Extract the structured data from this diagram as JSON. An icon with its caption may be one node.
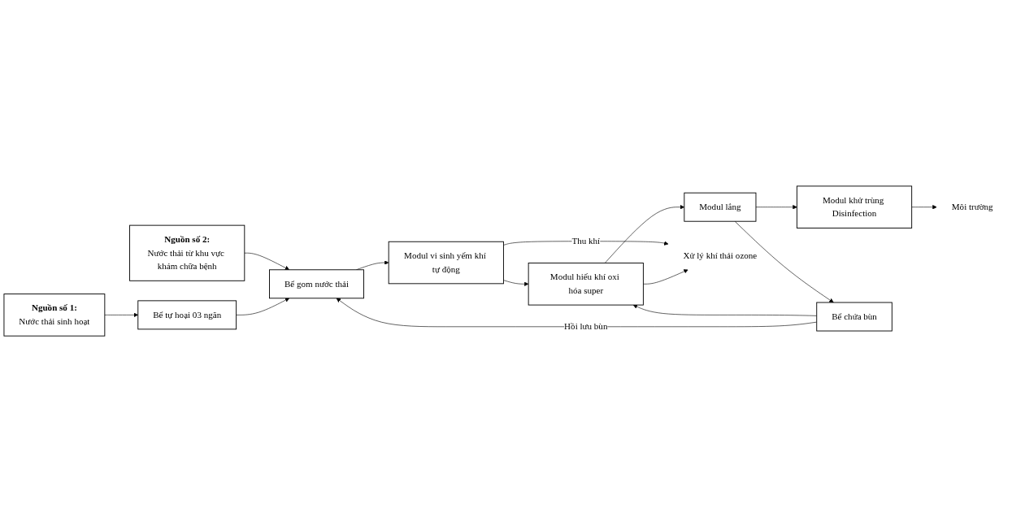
{
  "diagram": {
    "nodes": [
      {
        "text": [
          "Nguồn số 1:",
          "Nước thải sinh hoạt"
        ]
      },
      {
        "text": [
          "Nguồn số 2:",
          "Nước thải từ khu vực khám chữa bệnh"
        ]
      },
      {
        "text": [
          "Bể tự hoại 03 ngăn"
        ]
      },
      {
        "text": [
          "Bể gom nước thải"
        ]
      },
      {
        "text": [
          "Modul vi sinh yếm khí tự động"
        ]
      },
      {
        "text": [
          "Modul hiếu khí oxi hóa super"
        ]
      },
      {
        "text": [
          "Modul lắng"
        ]
      },
      {
        "text": [
          "Modul khử trùng Disinfection"
        ]
      },
      {
        "text": [
          "Xử lý khí thải ozone"
        ]
      },
      {
        "text": [
          "Môi trường"
        ]
      },
      {
        "text": [
          "Bể chứa bùn"
        ]
      }
    ],
    "edges": [
      {
        "from": 0,
        "to": 2,
        "arrow": "to"
      },
      {
        "from": 1,
        "to": 3,
        "arrow": "to"
      },
      {
        "from": 2,
        "to": 3,
        "arrow": "to"
      },
      {
        "from": 3,
        "to": 4,
        "arrow": "to"
      },
      {
        "from": 4,
        "to": 5,
        "arrow": "to"
      },
      {
        "from": 5,
        "to": 6,
        "arrow": "to"
      },
      {
        "from": 6,
        "to": 7,
        "arrow": "to"
      },
      {
        "from": 4,
        "to": 8,
        "arrow": "to",
        "label": "Thu khí"
      },
      {
        "from": 5,
        "to": 8,
        "arrow": "to"
      },
      {
        "from": 7,
        "to": 9,
        "arrow": "to"
      },
      {
        "from": 6,
        "to": 10,
        "arrow": "to"
      },
      {
        "from": 10,
        "to": 5,
        "arrow": "to"
      },
      {
        "from": 10,
        "to": 3,
        "arrow": "to",
        "label": "Hồi lưu bùn"
      }
    ]
  }
}
